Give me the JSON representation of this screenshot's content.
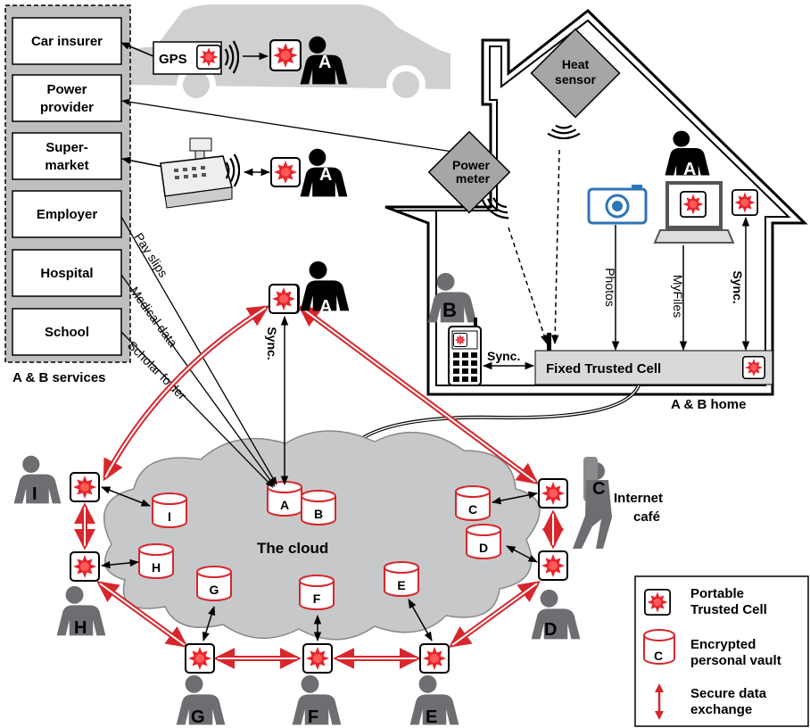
{
  "services": {
    "group_label": "A & B services",
    "items": [
      "Car insurer",
      "Power provider",
      "Super-market",
      "Employer",
      "Hospital",
      "School"
    ]
  },
  "flows": {
    "gps": "GPS",
    "pay_slips": "Pay slips",
    "medical_data": "Medical data",
    "scholar_folder": "Scholar folder",
    "sync_center": "Sync."
  },
  "home": {
    "label": "A & B home",
    "heat_sensor": "Heat sensor",
    "power_meter": "Power meter",
    "photos": "Photos",
    "myfiles": "MyFiles",
    "sync_right": "Sync.",
    "sync_phone": "Sync.",
    "fixed_cell": "Fixed Trusted Cell"
  },
  "cloud": {
    "label": "The cloud",
    "vaults": [
      "A",
      "B",
      "C",
      "D",
      "E",
      "F",
      "G",
      "H",
      "I"
    ]
  },
  "people": [
    "A",
    "A",
    "A",
    "A",
    "B",
    "C",
    "D",
    "E",
    "F",
    "G",
    "H",
    "I"
  ],
  "internet_cafe": "Internet café",
  "legend": {
    "portable_cell": "Portable Trusted Cell",
    "vault": "Encrypted personal vault",
    "vault_letter": "C",
    "exchange": "Secure data exchange"
  },
  "colors": {
    "cell_red": "#e8232a",
    "exchange_red": "#d7262c",
    "person_black": "#000000",
    "person_gray": "#6d6e71",
    "cloud_gray": "#c7c8ca",
    "box_gray": "#bfbfbf",
    "car_gray": "#d0d0d0"
  }
}
